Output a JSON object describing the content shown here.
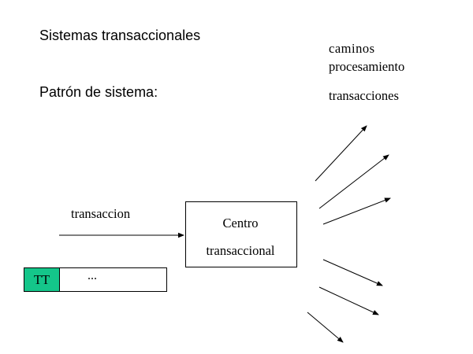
{
  "title": "Sistemas transaccionales",
  "subtitle": "Patrón de sistema:",
  "paths_label": {
    "line1": "caminos",
    "line2": "procesamiento",
    "line3": "transacciones"
  },
  "input_label": "transaccion",
  "center_box": {
    "line1": "Centro",
    "line2": "transaccional"
  },
  "queue": {
    "first_cell": "TT",
    "rest": "..."
  },
  "colors": {
    "tt_cell": "#14c68a",
    "lines": "#000000"
  }
}
